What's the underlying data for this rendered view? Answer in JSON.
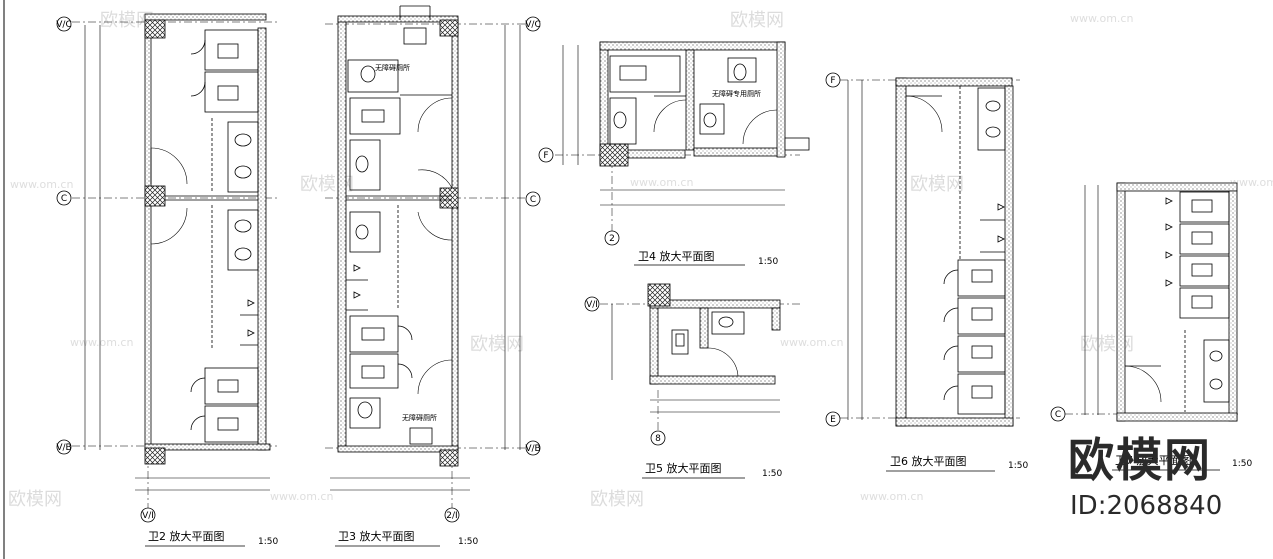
{
  "plans": [
    {
      "title": "卫2 放大平面图",
      "scale": "1:50"
    },
    {
      "title": "卫3 放大平面图",
      "scale": "1:50"
    },
    {
      "title": "卫4 放大平面图",
      "scale": "1:50"
    },
    {
      "title": "卫5 放大平面图",
      "scale": "1:50"
    },
    {
      "title": "卫6 放大平面图",
      "scale": "1:50"
    },
    {
      "title": "卫7 放大平面图",
      "scale": "1:50"
    }
  ],
  "axis_labels": {
    "a1": "V/C",
    "a2": "C",
    "a3": "V/B",
    "a4": "V/I",
    "b1": "V/C",
    "b2": "C",
    "b3": "V/B",
    "b4": "2/I",
    "c1": "F",
    "c2": "2",
    "d1": "V/I",
    "d2": "8",
    "e1": "F",
    "e2": "E",
    "f1": "C"
  },
  "room_labels": {
    "accessible_1": "无障碍厕所",
    "accessible_2": "无障碍专用厕所",
    "accessible_3": "无障碍厕所"
  },
  "watermark": {
    "brand": "欧模网",
    "url": "www.om.cn",
    "id_text": "ID:2068840"
  }
}
